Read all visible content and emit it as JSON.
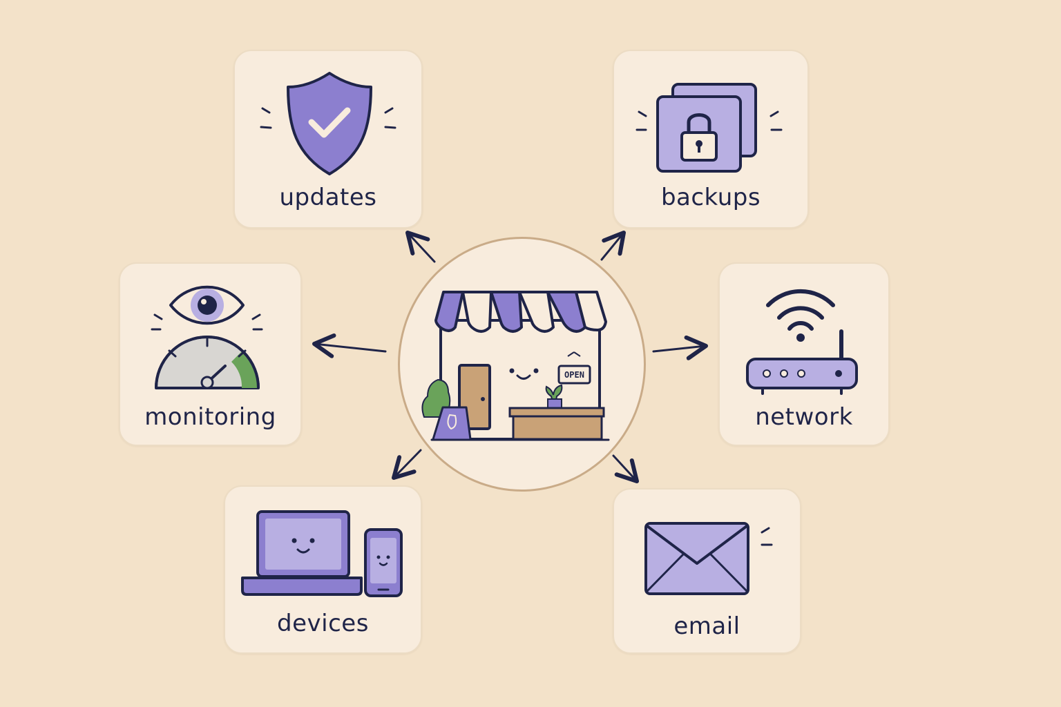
{
  "cards": {
    "updates": "updates",
    "backups": "backups",
    "monitoring": "monitoring",
    "network": "network",
    "devices": "devices",
    "email": "email"
  },
  "shop": {
    "sign": "OPEN"
  },
  "colors": {
    "background": "#f3e2c9",
    "card": "#f8ecdd",
    "lavender": "#8c7fcf",
    "light_lavender": "#b8afe2",
    "ink": "#1f2448",
    "wood": "#c9a277",
    "green": "#6aa35a"
  },
  "icons": [
    "shield-check-icon",
    "locked-files-icon",
    "eye-gauge-icon",
    "router-icon",
    "laptop-phone-icon",
    "envelope-icon",
    "shop-icon"
  ]
}
